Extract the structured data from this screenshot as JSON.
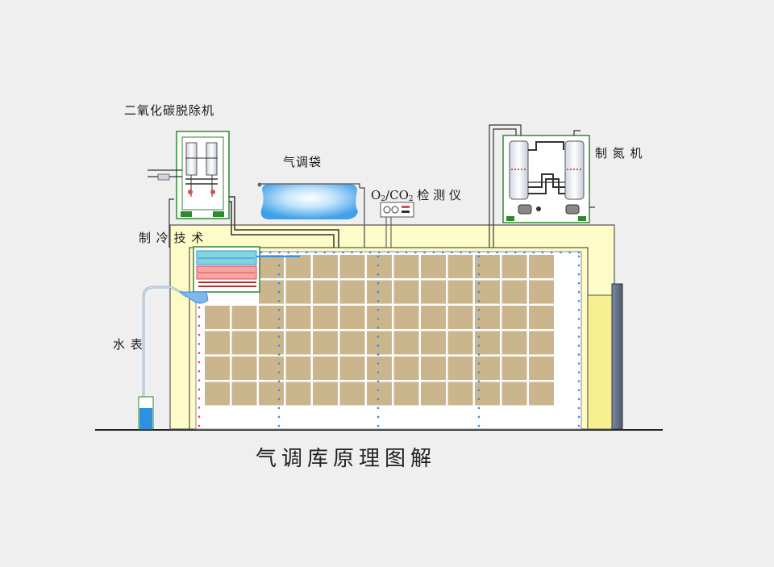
{
  "labels": {
    "co2_scrubber": "二氧化碳脱除机",
    "ca_bag": "气调袋",
    "o2_part1": "O",
    "o2_sub": "2",
    "slash": "/CO",
    "co2_sub": "2",
    "detector": " 检 测 仪",
    "nitrogen_generator": "制 氮 机",
    "refrigeration": "制 冷 技 术",
    "water_gauge": "水 表"
  },
  "caption": "气调库原理图解",
  "colors": {
    "background": "#efefef",
    "wall": "#fdfcc8",
    "storage_box": "#cbb58d",
    "cold_pipe": "#3d8fd6",
    "warm_pipe": "#e24b4b",
    "equipment_outline": "#2e8a2e",
    "door": "#596a80"
  }
}
